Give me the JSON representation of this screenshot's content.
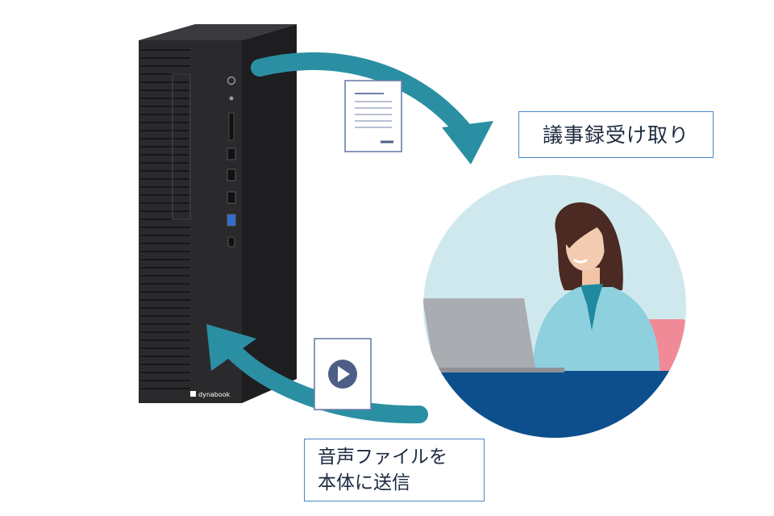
{
  "labels": {
    "receive_minutes": "議事録受け取り",
    "send_audio_line1": "音声ファイルを",
    "send_audio_line2": "本体に送信"
  },
  "pc": {
    "brand": "dynabook"
  },
  "colors": {
    "arrow": "#2b8fa3",
    "tower": "#2a2a2d",
    "circle_bg": "#cfe8ee",
    "desk": "#0d4f8c",
    "border": "#4a86c6",
    "play": "#4d5f86",
    "chair": "#f08a96",
    "shirt": "#8fd0df"
  },
  "icons": {
    "document": "document-icon",
    "audio_file": "audio-file-play-icon",
    "power": "power-icon"
  }
}
